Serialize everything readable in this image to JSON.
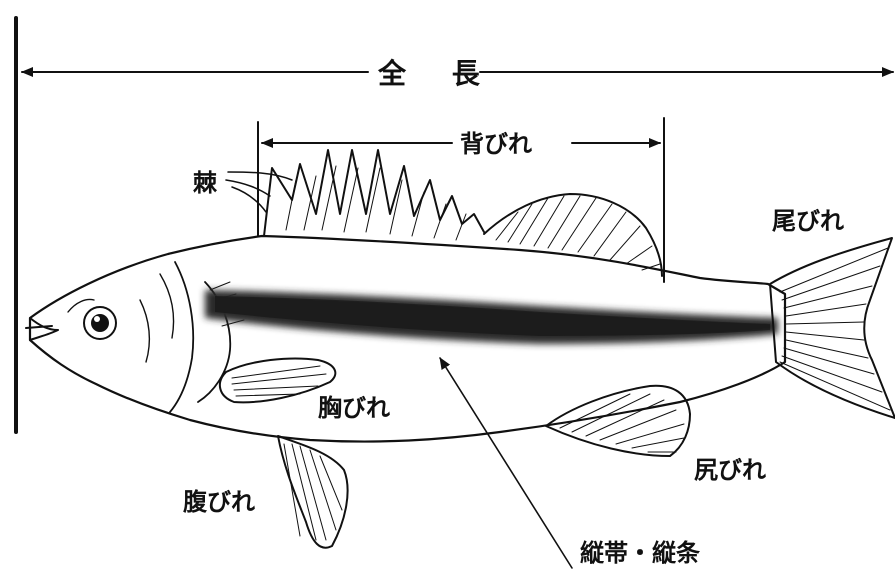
{
  "diagram": {
    "labels": {
      "total_length": "全 長",
      "dorsal_fin": "背びれ",
      "spine": "棘",
      "caudal_fin": "尾びれ",
      "pectoral_fin": "胸びれ",
      "pelvic_fin": "腹びれ",
      "anal_fin": "尻びれ",
      "stripe": "縦帯・縦条"
    },
    "colors": {
      "ink": "#111111",
      "stripe": "#2a2a2a",
      "background": "#ffffff"
    }
  }
}
